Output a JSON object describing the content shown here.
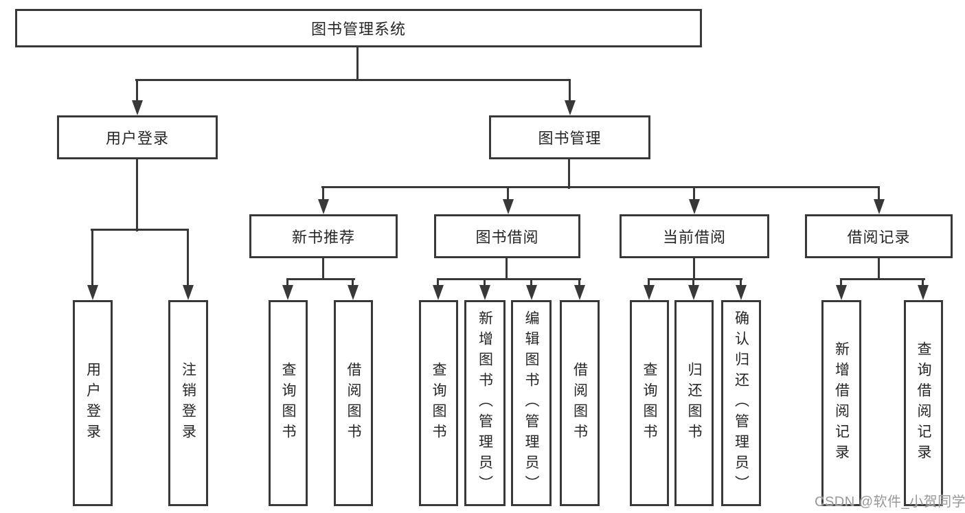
{
  "colors": {
    "line": "#383838",
    "text": "#262626",
    "watermark": "#989898",
    "background": "#ffffff"
  },
  "tree": {
    "root": {
      "label": "图书管理系统"
    },
    "branches": [
      {
        "label": "用户登录",
        "children": [
          {
            "label": "用户登录"
          },
          {
            "label": "注销登录"
          }
        ]
      },
      {
        "label": "图书管理",
        "sections": [
          {
            "label": "新书推荐",
            "children": [
              {
                "label": "查询图书"
              },
              {
                "label": "借阅图书"
              }
            ]
          },
          {
            "label": "图书借阅",
            "children": [
              {
                "label": "查询图书"
              },
              {
                "label": "新增图书（管理员）"
              },
              {
                "label": "编辑图书（管理员）"
              },
              {
                "label": "借阅图书"
              }
            ]
          },
          {
            "label": "当前借阅",
            "children": [
              {
                "label": "查询图书"
              },
              {
                "label": "归还图书"
              },
              {
                "label": "确认归还（管理员）"
              }
            ]
          },
          {
            "label": "借阅记录",
            "children": [
              {
                "label": "新增借阅记录"
              },
              {
                "label": "查询借阅记录"
              }
            ]
          }
        ]
      }
    ]
  },
  "watermark": {
    "text": "CSDN @软件_小贺同学"
  }
}
